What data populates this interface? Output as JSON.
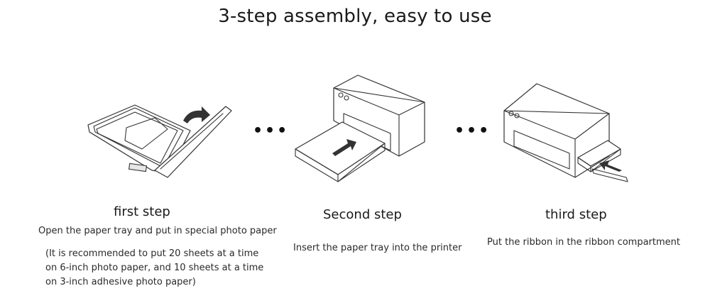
{
  "title": "3-step assembly, easy to use",
  "separators": [
    "•••",
    "•••"
  ],
  "steps": [
    {
      "title": "first step",
      "description": "Open the paper tray and put in special photo paper",
      "note_lines": [
        "(It is recommended to put 20 sheets at a time",
        "on 6-inch photo paper, and 10 sheets at a time",
        "on 3-inch adhesive photo paper)"
      ],
      "illustration_icon": "paper-tray-open-icon"
    },
    {
      "title": "Second step",
      "description": "Insert the paper tray into the printer",
      "illustration_icon": "printer-insert-tray-icon"
    },
    {
      "title": "third step",
      "description": "Put the ribbon in the ribbon compartment",
      "illustration_icon": "printer-insert-ribbon-icon"
    }
  ]
}
